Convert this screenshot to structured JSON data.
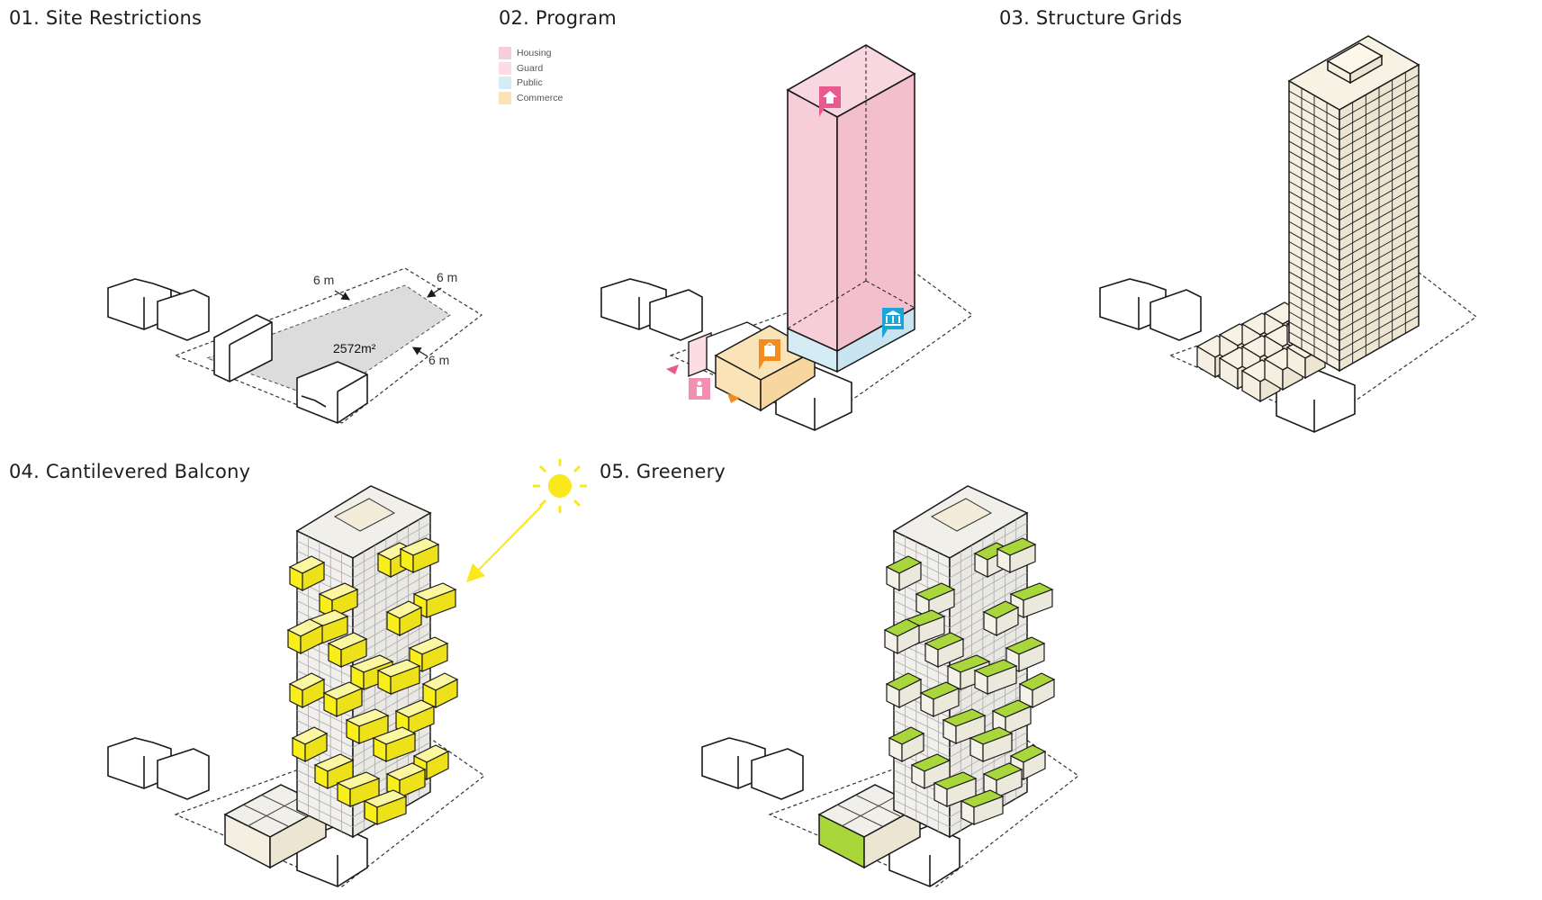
{
  "panels": {
    "p1": {
      "title": "01. Site Restrictions",
      "setback_top": "6 m",
      "setback_right_top": "6 m",
      "setback_right": "6 m",
      "area": "2572m²"
    },
    "p2": {
      "title": "02. Program",
      "legend": [
        {
          "label": "Housing",
          "color": "#f6cdd8"
        },
        {
          "label": "Guard",
          "color": "#fbdde3"
        },
        {
          "label": "Public",
          "color": "#d6ecf5"
        },
        {
          "label": "Commerce",
          "color": "#fbe3b8"
        }
      ],
      "icons": [
        "house-icon",
        "museum-icon",
        "shopping-bag-icon",
        "person-icon"
      ]
    },
    "p3": {
      "title": "03. Structure Grids"
    },
    "p4": {
      "title": "04. Cantilevered Balcony"
    },
    "p5": {
      "title": "05. Greenery"
    }
  },
  "colors": {
    "housing": "#f6cdd8",
    "public": "#d6ecf5",
    "commerce": "#fbe3b8",
    "guard": "#fbdde3",
    "structure": "#f4efe1",
    "balcony": "#f8ee1a",
    "greenery": "#a9d63a",
    "sun": "#f8e81c",
    "site": "#dcdcdc",
    "line": "#1a1a1a"
  }
}
